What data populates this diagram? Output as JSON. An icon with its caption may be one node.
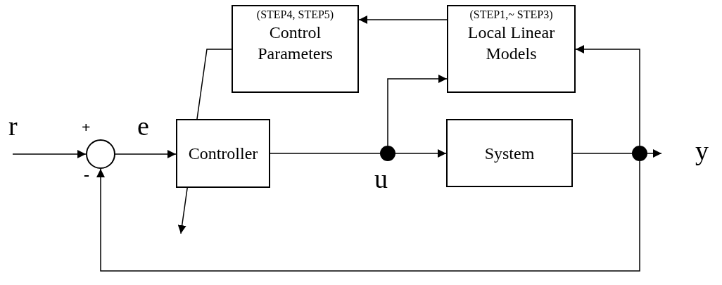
{
  "diagram": {
    "nodes": [
      {
        "text": [
          "(STEP4, STEP5)",
          "Control Parameters"
        ]
      },
      {
        "text": [
          "(STEP1,~ STEP3)",
          "Local Linear Models"
        ]
      },
      {
        "text": [],
        "shape": "circle"
      },
      {
        "text": [
          "Controller"
        ]
      },
      {
        "text": [],
        "shape": "dot"
      },
      {
        "text": [
          "System"
        ]
      },
      {
        "text": [],
        "shape": "dot"
      }
    ],
    "edges": [
      {
        "from": null,
        "to": 2,
        "arrow": "to"
      },
      {
        "from": 2,
        "to": 3,
        "arrow": "to"
      },
      {
        "from": 3,
        "to": 4,
        "arrow": "none"
      },
      {
        "from": 4,
        "to": 5,
        "arrow": "to"
      },
      {
        "from": 4,
        "to": 1,
        "arrow": "to"
      },
      {
        "from": 5,
        "to": 6,
        "arrow": "none"
      },
      {
        "from": 6,
        "to": null,
        "arrow": "to"
      },
      {
        "from": 6,
        "to": 1,
        "arrow": "to"
      },
      {
        "from": 6,
        "to": 2,
        "arrow": "to"
      },
      {
        "from": 1,
        "to": 0,
        "arrow": "to"
      },
      {
        "from": 0,
        "to": null,
        "arrow": "to"
      }
    ],
    "labels": [
      "r",
      "+",
      "e",
      "-",
      "u",
      "y"
    ]
  }
}
